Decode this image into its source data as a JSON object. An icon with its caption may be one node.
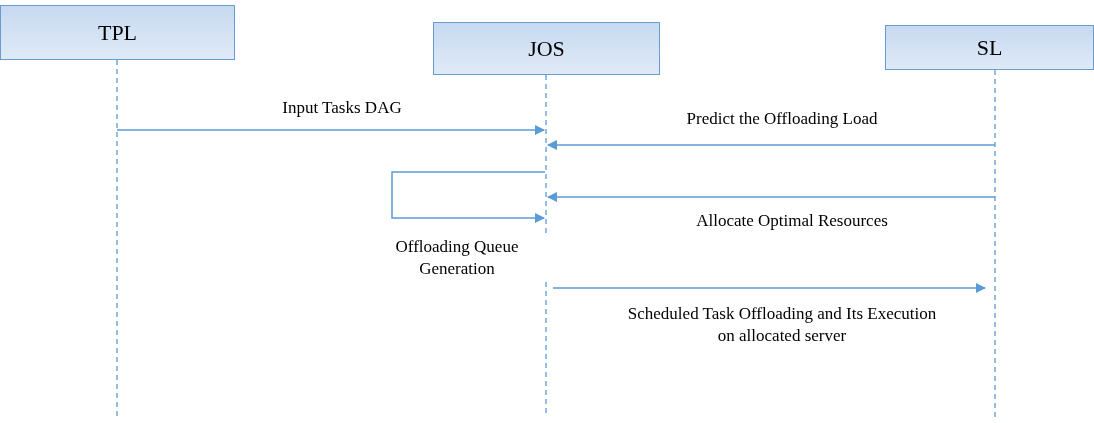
{
  "diagram": {
    "nodes": [
      {
        "text": [
          "TPL"
        ]
      },
      {
        "text": [
          "JOS"
        ]
      },
      {
        "text": [
          "SL"
        ]
      }
    ],
    "edges": [
      {
        "from": 0,
        "to": 1,
        "arrow": "to",
        "label": "Input Tasks DAG"
      },
      {
        "from": 2,
        "to": 1,
        "arrow": "to",
        "label": "Predict the Offloading Load"
      },
      {
        "from": 1,
        "to": 1,
        "arrow": "to",
        "label": "Offloading Queue Generation"
      },
      {
        "from": 2,
        "to": 1,
        "arrow": "to",
        "label": "Allocate Optimal Resources"
      },
      {
        "from": 1,
        "to": 2,
        "arrow": "to",
        "label": "Scheduled Task Offloading and Its Execution on allocated server"
      }
    ]
  }
}
